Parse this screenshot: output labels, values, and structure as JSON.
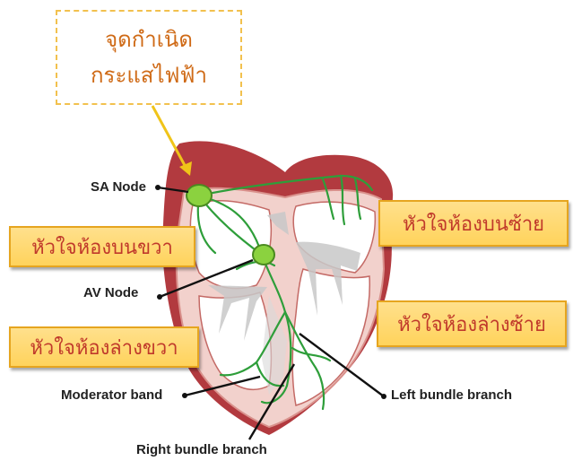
{
  "callout": {
    "line1": "จุดกำเนิด",
    "line2": "กระแสไฟฟ้า"
  },
  "chambers": {
    "right_atrium": "หัวใจห้องบนขวา",
    "right_ventricle": "หัวใจห้องล่างขวา",
    "left_atrium": "หัวใจห้องบนซ้าย",
    "left_ventricle": "หัวใจห้องล่างซ้าย"
  },
  "labels": {
    "sa_node": "SA Node",
    "av_node": "AV Node",
    "moderator_band": "Moderator band",
    "left_bundle": "Left bundle branch",
    "right_bundle": "Right bundle branch"
  },
  "colors": {
    "heart_outer": "#b23a3f",
    "heart_wall": "#f2d1cc",
    "conduction": "#2e9e3a",
    "node": "#8bd23f",
    "callout_text": "#cf6a16",
    "box_text": "#c0392b"
  }
}
